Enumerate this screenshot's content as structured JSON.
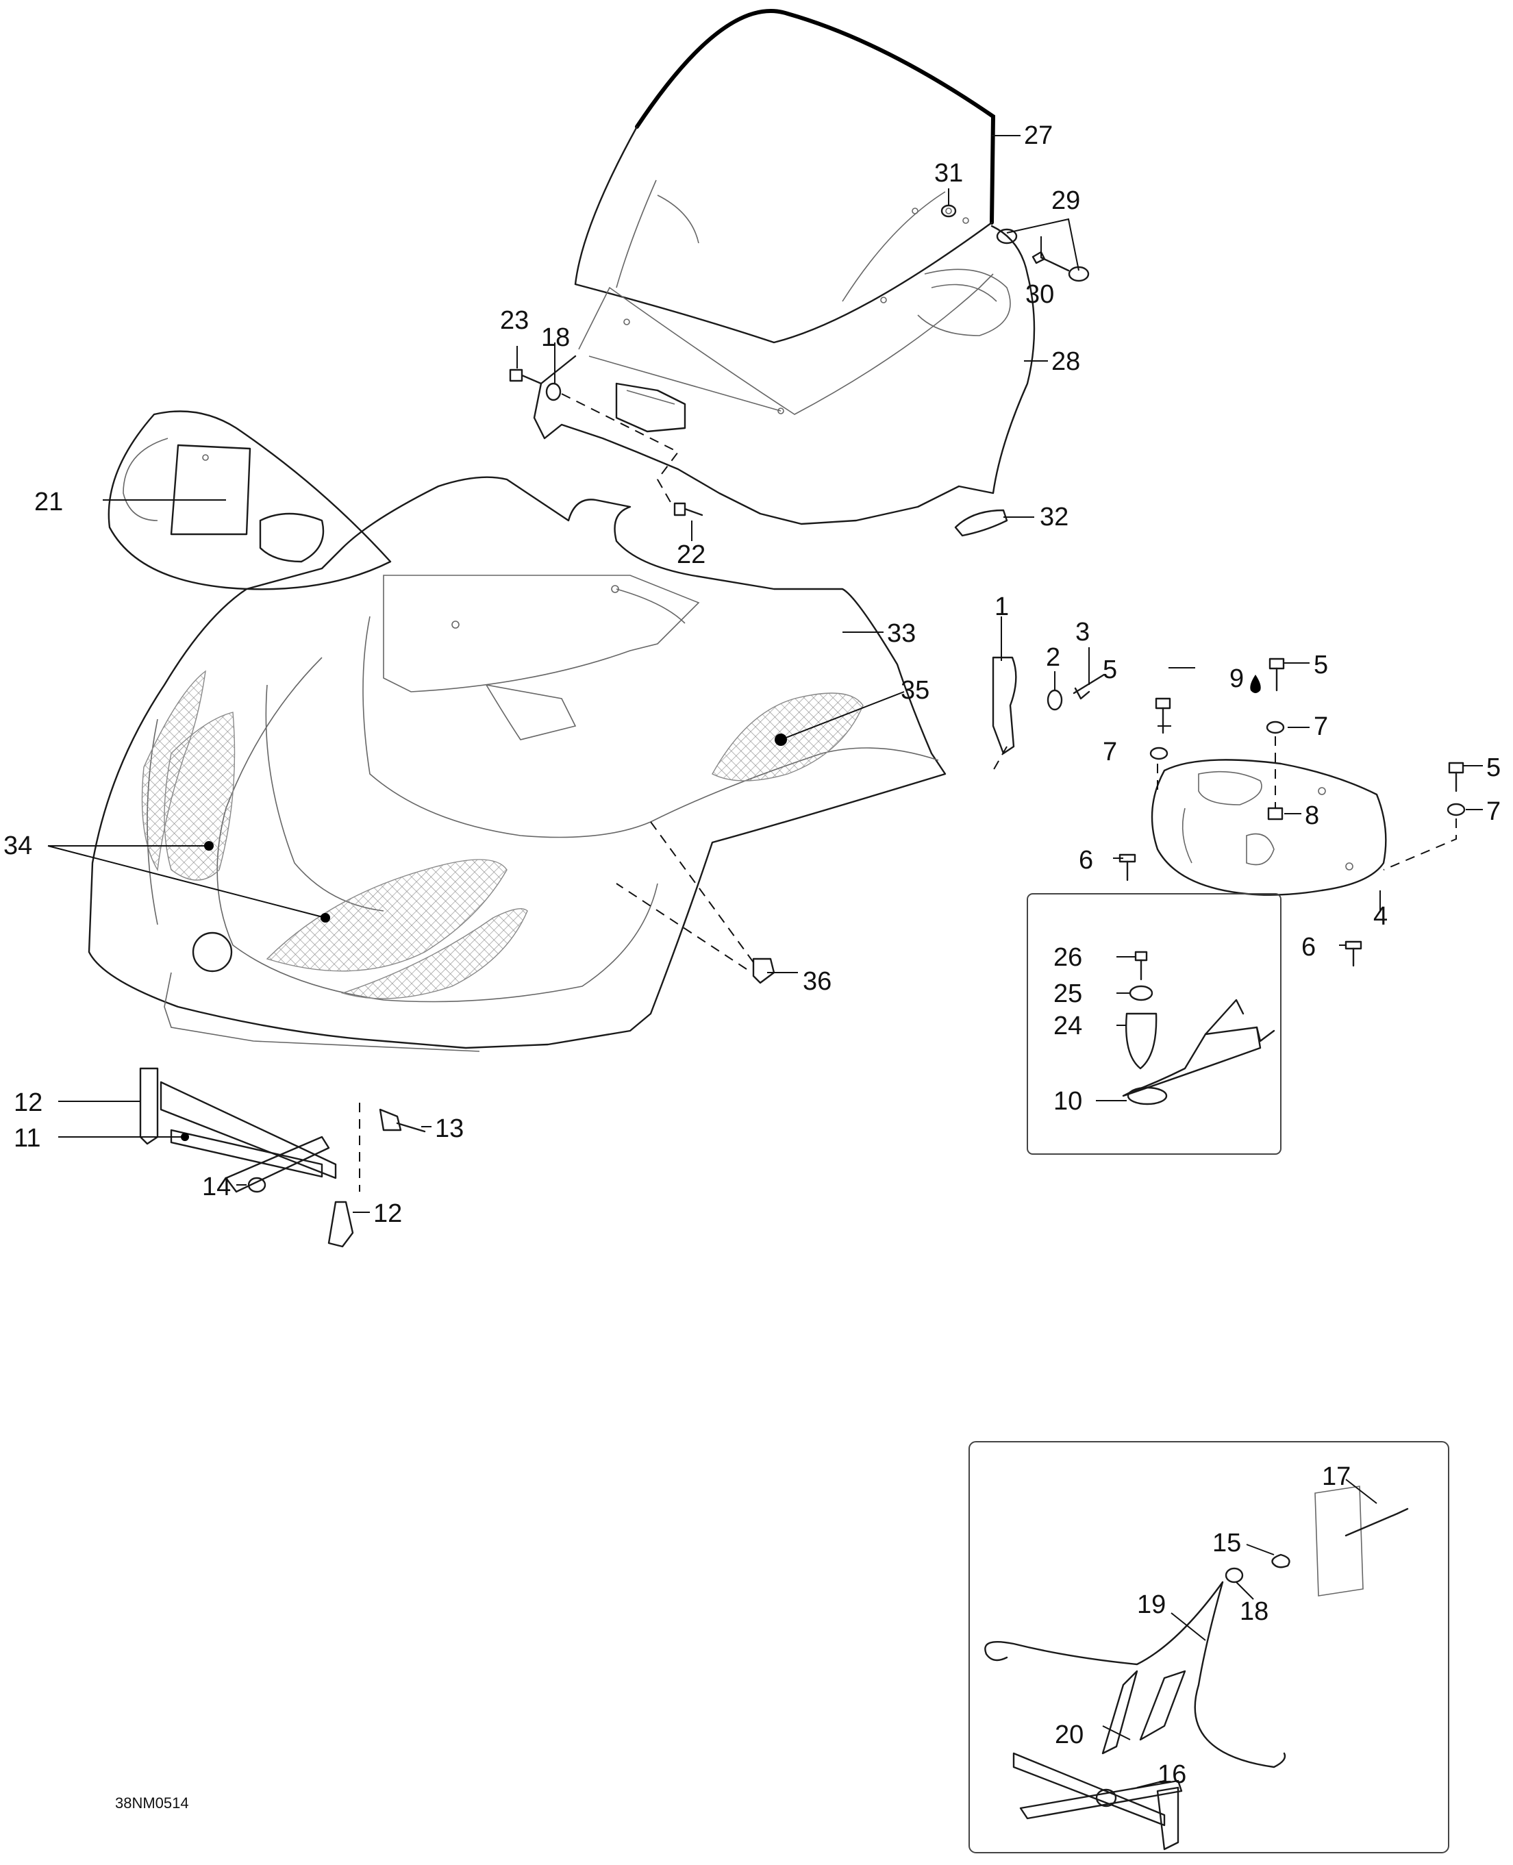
{
  "drawing_code": "38NM0514",
  "callouts": [
    "1",
    "2",
    "3",
    "4",
    "5",
    "6",
    "7",
    "8",
    "9",
    "10",
    "11",
    "12",
    "13",
    "14",
    "15",
    "16",
    "17",
    "18",
    "19",
    "20",
    "21",
    "22",
    "23",
    "24",
    "25",
    "26",
    "27",
    "28",
    "29",
    "30",
    "31",
    "32",
    "33",
    "34",
    "35",
    "36"
  ],
  "labels": {
    "l1": "1",
    "l2": "2",
    "l3": "3",
    "l4": "4",
    "l5a": "5",
    "l5b": "5",
    "l5c": "5",
    "l6a": "6",
    "l6b": "6",
    "l7a": "7",
    "l7b": "7",
    "l7c": "7",
    "l8": "8",
    "l9": "9",
    "l10": "10",
    "l11": "11",
    "l12a": "12",
    "l12b": "12",
    "l13": "13",
    "l14": "14",
    "l15": "15",
    "l16": "16",
    "l17": "17",
    "l18a": "18",
    "l18b": "18",
    "l19": "19",
    "l20": "20",
    "l21": "21",
    "l22": "22",
    "l23": "23",
    "l24": "24",
    "l25": "25",
    "l26": "26",
    "l27": "27",
    "l28": "28",
    "l29": "29",
    "l30": "30",
    "l31": "31",
    "l32": "32",
    "l33": "33",
    "l34": "34",
    "l35": "35",
    "l36": "36"
  }
}
